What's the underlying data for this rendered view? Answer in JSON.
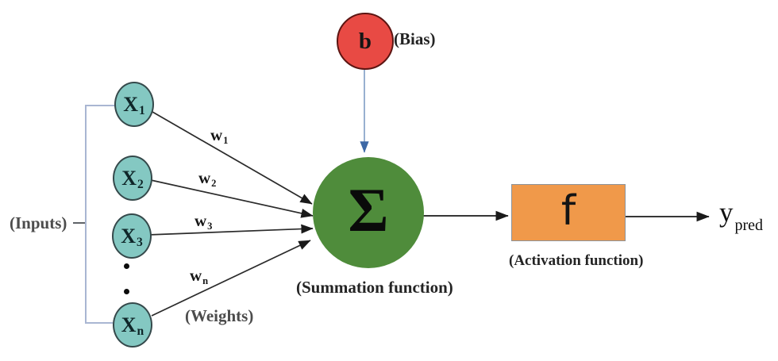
{
  "colors": {
    "bias_node": "#e84a44",
    "input_node": "#84c8c2",
    "summation_node": "#4f8c3b",
    "activation_box": "#f0994a",
    "bias_arrow": "#3d68a5",
    "bracket_line": "#a9b6d2",
    "arrow_line": "#1a1a1a"
  },
  "bias": {
    "symbol": "b",
    "label": "(Bias)"
  },
  "inputs": {
    "label": "(Inputs)",
    "nodes": [
      {
        "base": "X",
        "sub": "1"
      },
      {
        "base": "X",
        "sub": "2"
      },
      {
        "base": "X",
        "sub": "3"
      },
      {
        "base": "X",
        "sub": "n"
      }
    ],
    "ellipsis": [
      "•",
      "•"
    ]
  },
  "weights": {
    "label": "(Weights)",
    "items": [
      {
        "base": "w",
        "sub": "1"
      },
      {
        "base": "w",
        "sub": "2"
      },
      {
        "base": "w",
        "sub": "3"
      },
      {
        "base": "w",
        "sub": "n"
      }
    ]
  },
  "summation": {
    "symbol": "Σ",
    "label": "(Summation function)"
  },
  "activation": {
    "symbol": "f",
    "label": "(Activation function)"
  },
  "output": {
    "base": "y",
    "sub": "pred"
  }
}
